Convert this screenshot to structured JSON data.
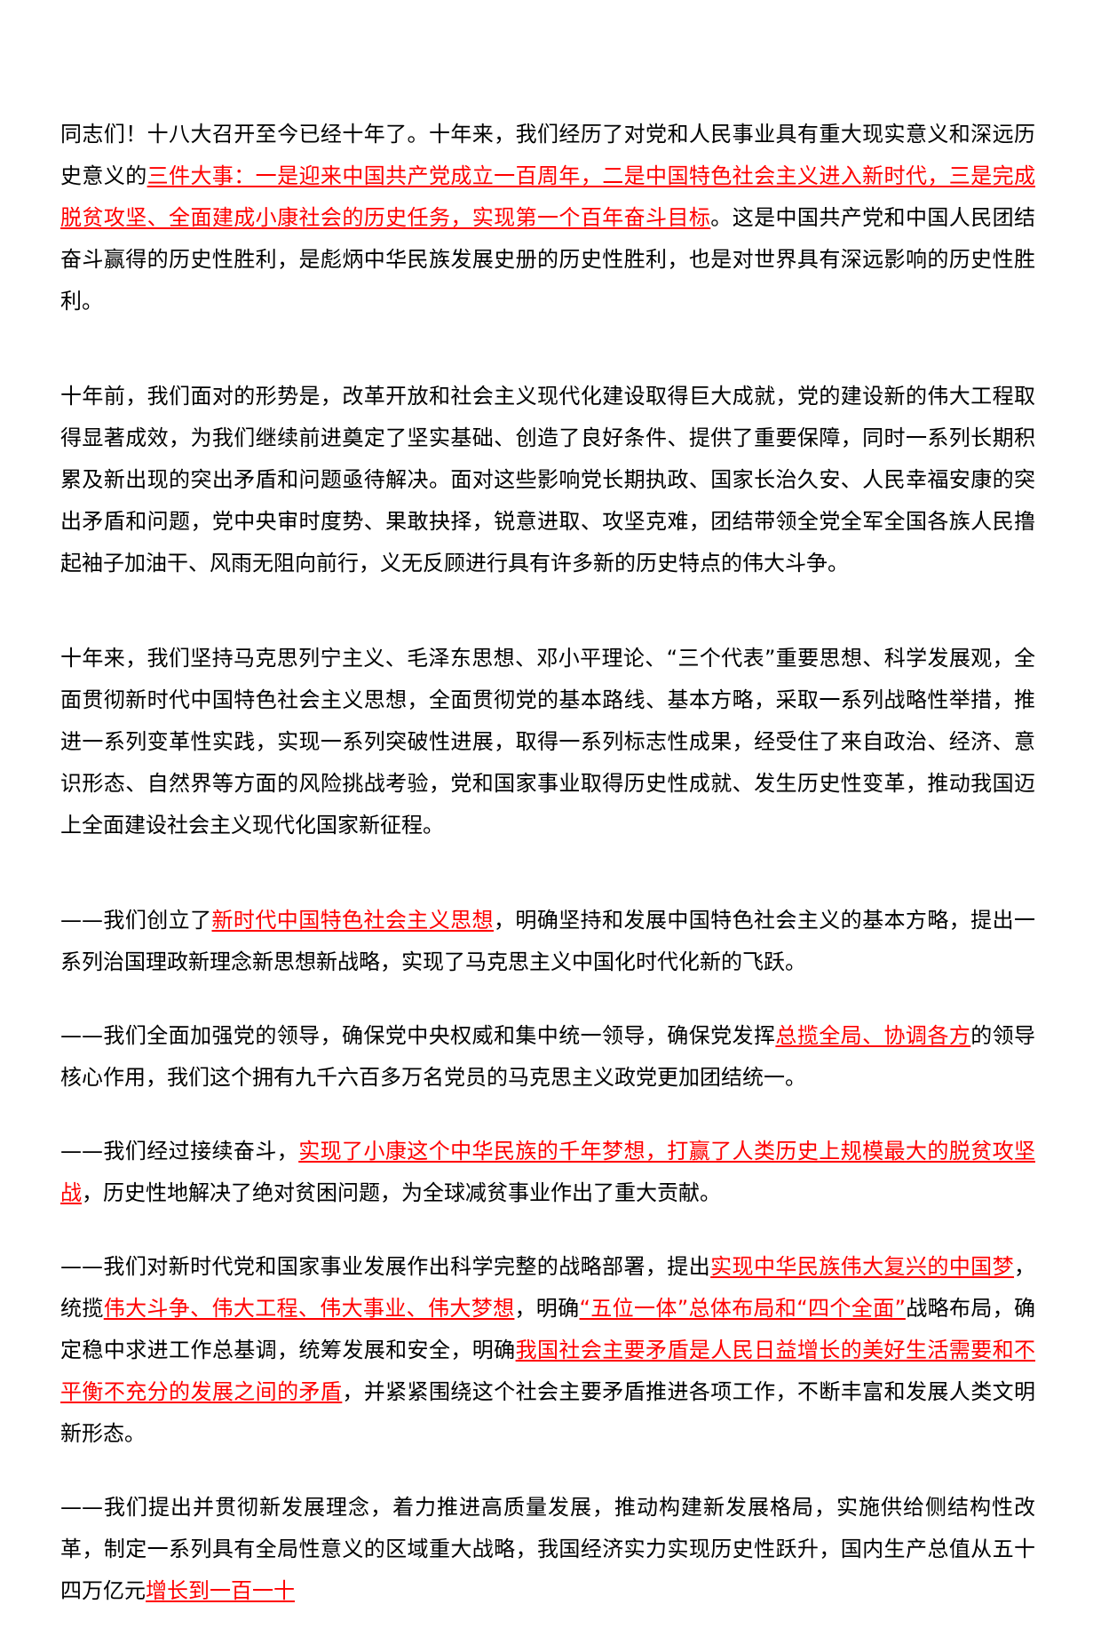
{
  "document": {
    "highlight_color": "#ff0000",
    "text_color": "#000000",
    "paragraphs": [
      {
        "segments": [
          {
            "text": "同志们！十八大召开至今已经十年了。十年来，我们经历了对党和人民事业具有重大现实意义和深远历史意义的",
            "highlight": false
          },
          {
            "text": "三件大事：一是迎来中国共产党成立一百周年，二是中国特色社会主义进入新时代，三是完成脱贫攻坚、全面建成小康社会的历史任务，实现第一个百年奋斗目标",
            "highlight": true
          },
          {
            "text": "。这是中国共产党和中国人民团结奋斗赢得的历史性胜利，是彪炳中华民族发展史册的历史性胜利，也是对世界具有深远影响的历史性胜利。",
            "highlight": false
          }
        ]
      },
      {
        "segments": [
          {
            "text": "十年前，我们面对的形势是，改革开放和社会主义现代化建设取得巨大成就，党的建设新的伟大工程取得显著成效，为我们继续前进奠定了坚实基础、创造了良好条件、提供了重要保障，同时一系列长期积累及新出现的突出矛盾和问题亟待解决。面对这些影响党长期执政、国家长治久安、人民幸福安康的突出矛盾和问题，党中央审时度势、果敢抉择，锐意进取、攻坚克难，团结带领全党全军全国各族人民撸起袖子加油干、风雨无阻向前行，义无反顾进行具有许多新的历史特点的伟大斗争。",
            "highlight": false
          }
        ]
      },
      {
        "segments": [
          {
            "text": "十年来，我们坚持马克思列宁主义、毛泽东思想、邓小平理论、“三个代表”重要思想、科学发展观，全面贯彻新时代中国特色社会主义思想，全面贯彻党的基本路线、基本方略，采取一系列战略性举措，推进一系列变革性实践，实现一系列突破性进展，取得一系列标志性成果，经受住了来自政治、经济、意识形态、自然界等方面的风险挑战考验，党和国家事业取得历史性成就、发生历史性变革，推动我国迈上全面建设社会主义现代化国家新征程。",
            "highlight": false
          }
        ]
      },
      {
        "segments": [
          {
            "text": "——我们创立了",
            "highlight": false
          },
          {
            "text": "新时代中国特色社会主义思想",
            "highlight": true
          },
          {
            "text": "，明确坚持和发展中国特色社会主义的基本方略，提出一系列治国理政新理念新思想新战略，实现了马克思主义中国化时代化新的飞跃。",
            "highlight": false
          }
        ]
      },
      {
        "segments": [
          {
            "text": "——我们全面加强党的领导，确保党中央权威和集中统一领导，确保党发挥",
            "highlight": false
          },
          {
            "text": "总揽全局、协调各方",
            "highlight": true
          },
          {
            "text": "的领导核心作用，我们这个拥有九千六百多万名党员的马克思主义政党更加团结统一。",
            "highlight": false
          }
        ]
      },
      {
        "segments": [
          {
            "text": "——我们经过接续奋斗，",
            "highlight": false
          },
          {
            "text": "实现了小康这个中华民族的千年梦想，打赢了人类历史上规模最大的脱贫攻坚战",
            "highlight": true
          },
          {
            "text": "，历史性地解决了绝对贫困问题，为全球减贫事业作出了重大贡献。",
            "highlight": false
          }
        ]
      },
      {
        "segments": [
          {
            "text": "——我们对新时代党和国家事业发展作出科学完整的战略部署，提出",
            "highlight": false
          },
          {
            "text": "实现中华民族伟大复兴的中国梦",
            "highlight": true
          },
          {
            "text": "，统揽",
            "highlight": false
          },
          {
            "text": "伟大斗争、伟大工程、伟大事业、伟大梦想",
            "highlight": true
          },
          {
            "text": "，明确",
            "highlight": false
          },
          {
            "text": "“五位一体”总体布局和“四个全面”",
            "highlight": true
          },
          {
            "text": "战略布局，确定稳中求进工作总基调，统筹发展和安全，明确",
            "highlight": false
          },
          {
            "text": "我国社会主要矛盾是人民日益增长的美好生活需要和不平衡不充分的发展之间的矛盾",
            "highlight": true
          },
          {
            "text": "，并紧紧围绕这个社会主要矛盾推进各项工作，不断丰富和发展人类文明新形态。",
            "highlight": false
          }
        ]
      },
      {
        "segments": [
          {
            "text": "——我们提出并贯彻新发展理念，着力推进高质量发展，推动构建新发展格局，实施供给侧结构性改革，制定一系列具有全局性意义的区域重大战略，我国经济实力实现历史性跃升，国内生产总值从五十四万亿元",
            "highlight": false
          },
          {
            "text": "增长到一百一十",
            "highlight": true
          }
        ]
      }
    ]
  }
}
